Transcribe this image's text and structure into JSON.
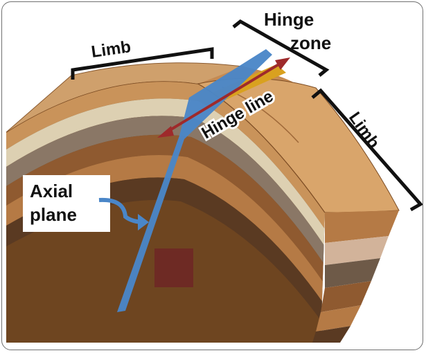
{
  "labels": {
    "limb_left": "Limb",
    "hinge_zone_line1": "Hinge",
    "hinge_zone_line2": "zone",
    "hinge_line": "Hinge line",
    "limb_right": "Limb",
    "axial_line1": "Axial",
    "axial_line2": "plane"
  },
  "colors": {
    "axial_plane": "#4a86c8",
    "hinge_line_arrow": "#9e2a2b",
    "hinge_line_strip": "#d9a11f",
    "layer_tan": "#c9935a",
    "layer_cream": "#ddd0b2",
    "layer_gray": "#8a7766",
    "layer_brown": "#8f5a30",
    "layer_dark": "#5a3a22",
    "core": "#6e4520",
    "top_surface": "#cfa06c",
    "right_face": "#d9a56b",
    "marker_square": "#6e2a24"
  }
}
